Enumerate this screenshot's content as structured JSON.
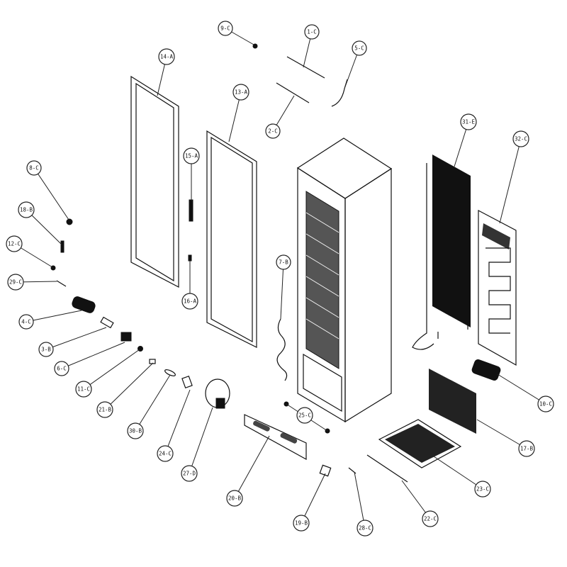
{
  "diagram": {
    "type": "exploded-parts-view",
    "callouts": {
      "c9": "9-C",
      "c1": "1-C",
      "c5": "5-C",
      "c2": "2-C",
      "c14": "14-A",
      "c13": "13-A",
      "c15": "15-A",
      "c16": "16-A",
      "c8": "8-C",
      "c18": "18-B",
      "c12": "12-C",
      "c29": "29-C",
      "c4": "4-C",
      "c3": "3-B",
      "c6": "6-C",
      "c11": "11-C",
      "c21": "21-B",
      "c30": "30-B",
      "c24": "24-C",
      "c27": "27-D",
      "c20": "20-B",
      "c7": "7-B",
      "c25": "25-C",
      "c19": "19-B",
      "c28": "28-C",
      "c22": "22-C",
      "c23": "23-C",
      "c17": "17-B",
      "c10": "10-C",
      "c31": "31-E",
      "c32": "32-C"
    }
  }
}
